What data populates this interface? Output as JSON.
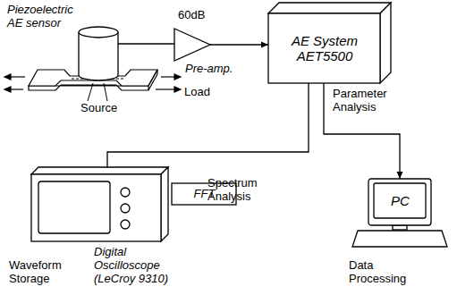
{
  "diagram": {
    "nodes": [
      {
        "text": [
          "Piezoelectric AE sensor"
        ]
      },
      {
        "text": [
          "60dB",
          "Pre-amp."
        ]
      },
      {
        "text": [
          "AE System AET5500"
        ]
      },
      {
        "text": [
          "Digital Oscilloscope (LeCroy 9310)",
          "Waveform Storage"
        ]
      },
      {
        "text": [
          "FFT",
          "Spectrum Analysis"
        ]
      },
      {
        "text": [
          "PC",
          "Data Processing"
        ]
      }
    ],
    "edges": [
      {
        "from": 0,
        "to": 1,
        "arrow": "none"
      },
      {
        "from": 1,
        "to": 2,
        "arrow": "to"
      },
      {
        "from": 2,
        "to": 3,
        "arrow": "to"
      },
      {
        "from": 2,
        "to": 5,
        "arrow": "to"
      }
    ],
    "labels": [
      "Source",
      "Load",
      "Parameter Analysis"
    ]
  }
}
